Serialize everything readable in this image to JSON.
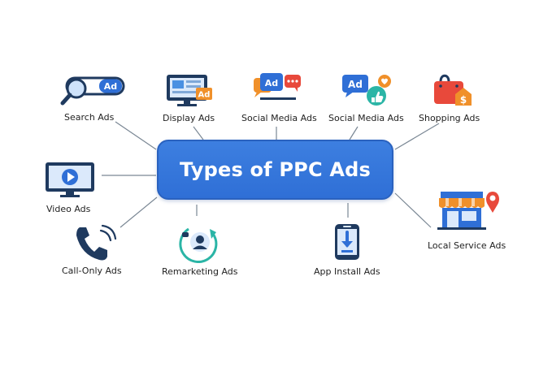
{
  "center": {
    "title": "Types of PPC Ads"
  },
  "nodes": {
    "search": {
      "label": "Search Ads",
      "badge": "Ad"
    },
    "display": {
      "label": "Display Ads",
      "badge": "Ad"
    },
    "social1": {
      "label": "Social Media Ads",
      "badge": "Ad"
    },
    "social2": {
      "label": "Social Media Ads",
      "badge": "Ad"
    },
    "shopping": {
      "label": "Shopping Ads",
      "badge": "$"
    },
    "video": {
      "label": "Video Ads"
    },
    "local": {
      "label": "Local Service Ads"
    },
    "callonly": {
      "label": "Call-Only Ads"
    },
    "remarketing": {
      "label": "Remarketing Ads"
    },
    "appinstall": {
      "label": "App Install Ads"
    }
  },
  "colors": {
    "primary_blue": "#2f6fd6",
    "navy": "#1f3a5f",
    "orange": "#f0902a",
    "red": "#e8493b",
    "teal": "#2bb5a6",
    "line": "#7a8794"
  }
}
